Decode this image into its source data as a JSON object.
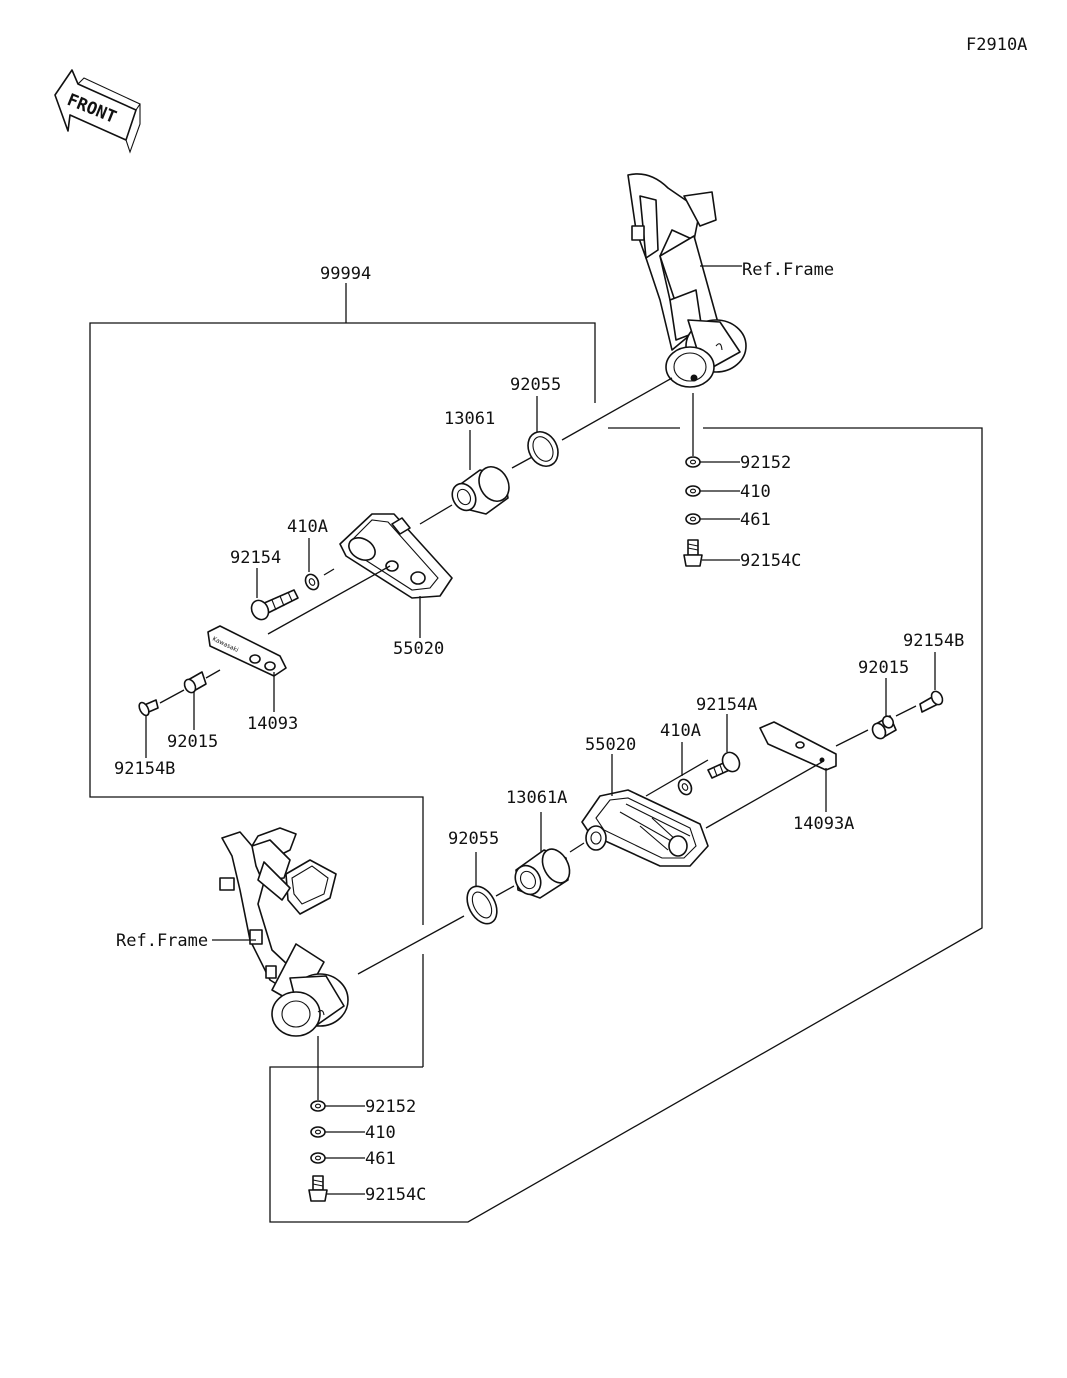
{
  "figure_code": "F2910A",
  "front_arrow": {
    "text": "FRONT"
  },
  "assembly": {
    "number": "99994"
  },
  "ref_frame_upper": "Ref.Frame",
  "ref_frame_lower": "Ref.Frame",
  "upper_parts": {
    "p92055": "92055",
    "p13061": "13061",
    "p410A": "410A",
    "p92154": "92154",
    "p55020": "55020",
    "p14093": "14093",
    "p92015": "92015",
    "p92154B": "92154B",
    "p92152": "92152",
    "p410": "410",
    "p461": "461",
    "p92154C": "92154C"
  },
  "lower_parts": {
    "p92154B": "92154B",
    "p92015": "92015",
    "p92154A": "92154A",
    "p410A": "410A",
    "p55020": "55020",
    "p14093A": "14093A",
    "p13061A": "13061A",
    "p92055": "92055",
    "p92152": "92152",
    "p410": "410",
    "p461": "461",
    "p92154C": "92154C"
  }
}
